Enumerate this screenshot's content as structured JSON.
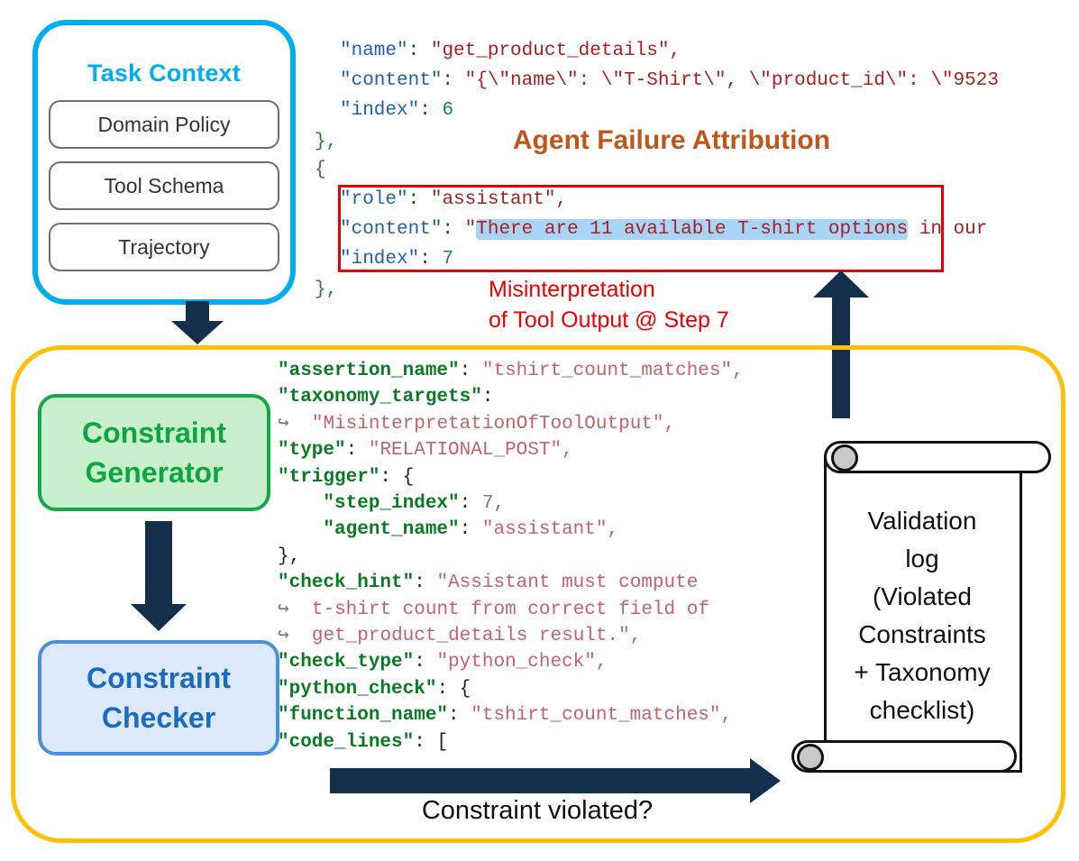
{
  "task_context": {
    "title": "Task Context",
    "items": [
      {
        "label": "Domain Policy"
      },
      {
        "label": "Tool Schema"
      },
      {
        "label": "Trajectory"
      }
    ]
  },
  "headings": {
    "agent_failure_attribution": "Agent Failure Attribution"
  },
  "failure_caption": {
    "line1": "Misinterpretation",
    "line2": "of Tool Output @ Step 7"
  },
  "trajectory_code": {
    "left_gutter": "\n\n\n},\n{\n\n\n\n},",
    "lines": [
      {
        "id": "name",
        "key": "\"name\"",
        "sep": ": ",
        "value": "\"get_product_details\",",
        "kind": "string"
      },
      {
        "id": "content-tool",
        "key": "\"content\"",
        "sep": ": ",
        "value": "\"{\\\"name\\\": \\\"T-Shirt\\\", \\\"product_id\\\": \\\"9523",
        "kind": "string"
      },
      {
        "id": "index-6",
        "key": "\"index\"",
        "sep": ": ",
        "value": "6",
        "kind": "number"
      },
      {
        "id": "role",
        "key": "\"role\"",
        "sep": ": ",
        "value": "\"assistant\",",
        "kind": "string"
      },
      {
        "id": "content-assistant",
        "key": "\"content\"",
        "sep": ": ",
        "quote": "\"",
        "highlight": "There are 11 available T-shirt options",
        "tail": " in our",
        "kind": "string-highlight"
      },
      {
        "id": "index-7",
        "key": "\"index\"",
        "sep": ": ",
        "value": "7",
        "kind": "number"
      }
    ]
  },
  "framework": {
    "generator": {
      "line1": "Constraint",
      "line2": "Generator"
    },
    "checker": {
      "line1": "Constraint",
      "line2": "Checker"
    },
    "bottom_arrow_label": "Constraint violated?"
  },
  "constraint_code": {
    "lines": [
      {
        "indent": 0,
        "key": "\"assertion_name\"",
        "sep": ": ",
        "value": "\"tshirt_count_matches\",",
        "kind": "string"
      },
      {
        "indent": 0,
        "key": "\"taxonomy_targets\"",
        "sep": ":",
        "value": "",
        "kind": "bare"
      },
      {
        "indent": 0,
        "cont": "↪",
        "value": "  \"MisinterpretationOfToolOutput\",",
        "kind": "string-cont"
      },
      {
        "indent": 0,
        "key": "\"type\"",
        "sep": ": ",
        "value": "\"RELATIONAL_POST\",",
        "kind": "string"
      },
      {
        "indent": 0,
        "key": "\"trigger\"",
        "sep": ": ",
        "value": "{",
        "kind": "punct"
      },
      {
        "indent": 1,
        "key": "\"step_index\"",
        "sep": ": ",
        "value": "7,",
        "kind": "number"
      },
      {
        "indent": 1,
        "key": "\"agent_name\"",
        "sep": ": ",
        "value": "\"assistant\",",
        "kind": "string"
      },
      {
        "indent": 0,
        "key": "",
        "sep": "",
        "value": "},",
        "kind": "punct"
      },
      {
        "indent": 0,
        "key": "\"check_hint\"",
        "sep": ": ",
        "value": "\"Assistant must compute",
        "kind": "string"
      },
      {
        "indent": 0,
        "cont": "↪",
        "value": "  t-shirt count from correct field of",
        "kind": "string-cont"
      },
      {
        "indent": 0,
        "cont": "↪",
        "value": "  get_product_details result.\",",
        "kind": "string-cont"
      },
      {
        "indent": 0,
        "key": "\"check_type\"",
        "sep": ": ",
        "value": "\"python_check\",",
        "kind": "string"
      },
      {
        "indent": 0,
        "key": "\"python_check\"",
        "sep": ": ",
        "value": "{",
        "kind": "punct"
      },
      {
        "indent": 0,
        "key": "\"function_name\"",
        "sep": ": ",
        "value": "\"tshirt_count_matches\",",
        "kind": "string"
      },
      {
        "indent": 0,
        "key": "\"code_lines\"",
        "sep": ": ",
        "value": "[",
        "kind": "punct"
      }
    ]
  },
  "validation_log": {
    "lines": [
      "Validation",
      "log",
      "(Violated",
      "Constraints",
      "+ Taxonomy",
      "checklist)"
    ]
  },
  "colors": {
    "task_context_border": "#00AEEF",
    "framework_border": "#FFC107",
    "generator_border": "#17A74A",
    "generator_fill": "#C9F0CD",
    "checker_border": "#4A90D9",
    "checker_fill": "#DCE9F8",
    "arrow": "#132F4C",
    "failure_red": "#E60000",
    "title_orange": "#C0561B",
    "highlight_blue": "#A8D4F7"
  }
}
